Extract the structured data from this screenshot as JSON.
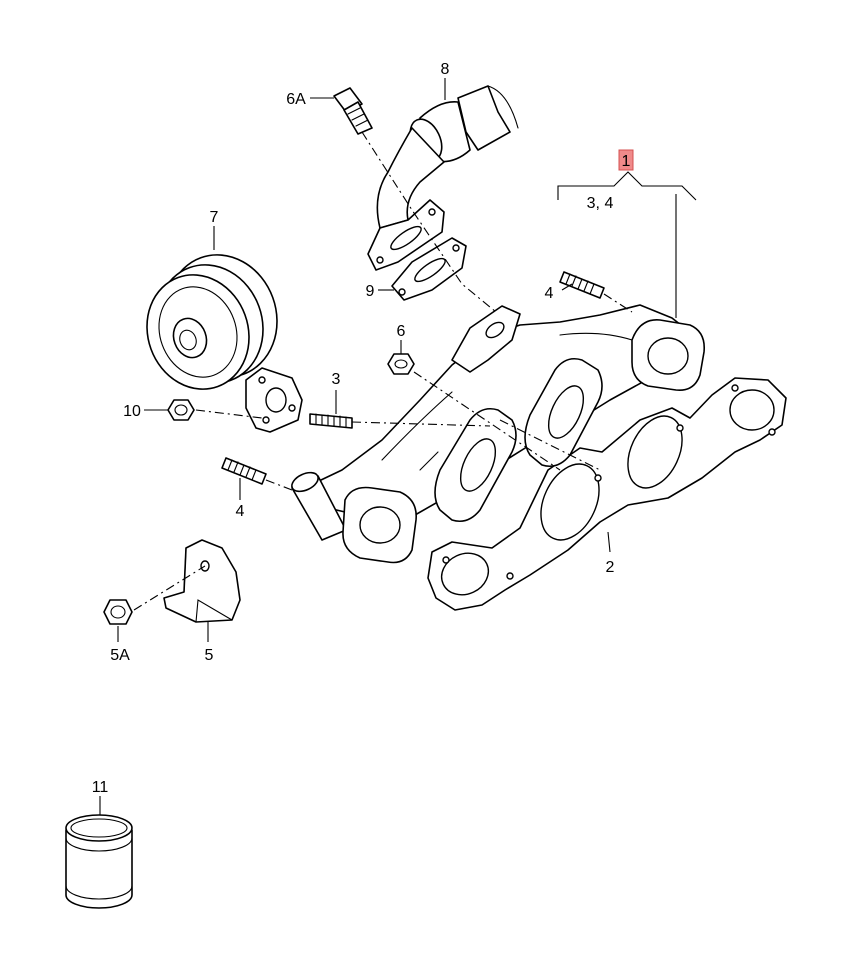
{
  "highlight_color": "#f08a8a",
  "labels": {
    "p1": "1",
    "p34": "3, 4",
    "p2": "2",
    "p3": "3",
    "p4a": "4",
    "p4b": "4",
    "p5": "5",
    "p5a": "5A",
    "p6": "6",
    "p6a": "6A",
    "p7": "7",
    "p8": "8",
    "p9": "9",
    "p10": "10",
    "p11": "11"
  }
}
